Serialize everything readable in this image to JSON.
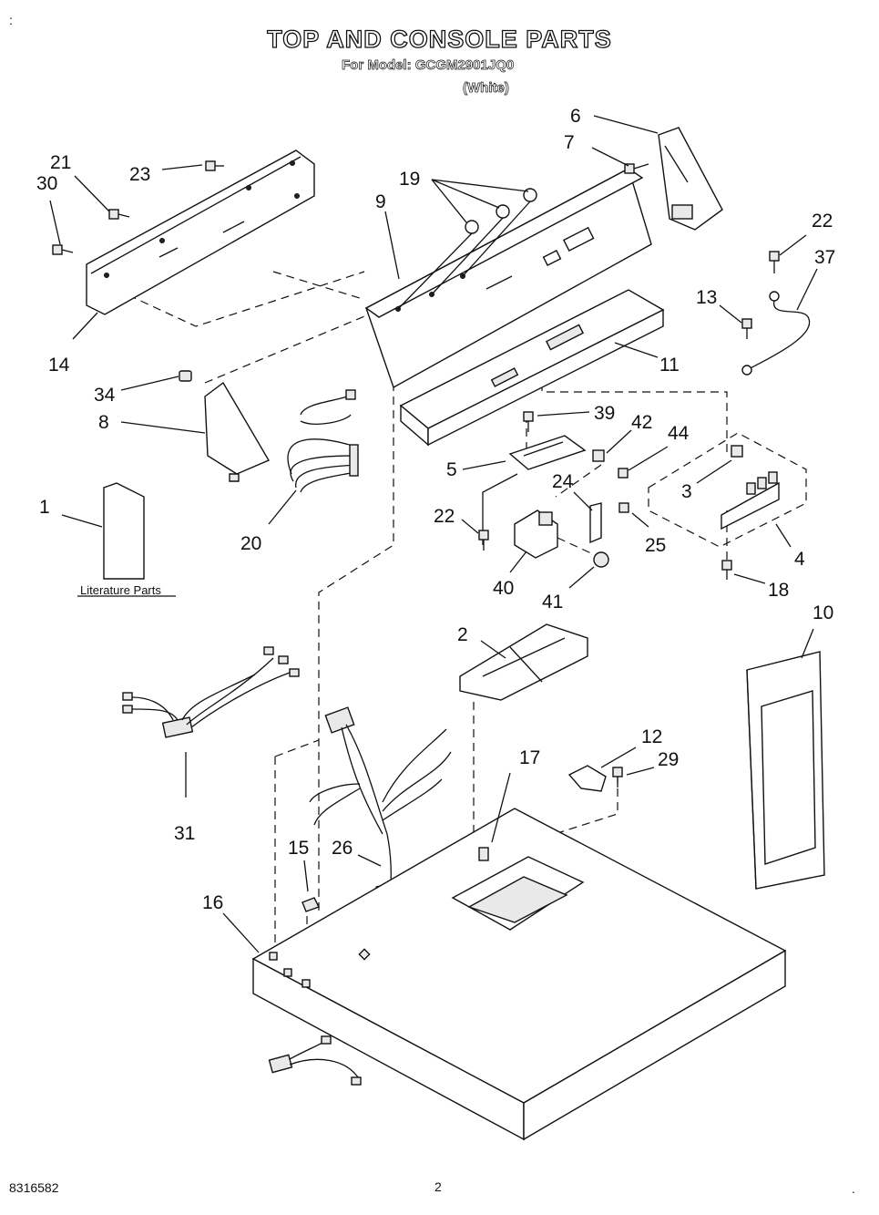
{
  "header": {
    "title": "TOP AND CONSOLE PARTS",
    "subtitle": "For Model: GCGM2901JQ0",
    "variant": "(White)",
    "corner_mark": ":"
  },
  "literature_label": "Literature Parts",
  "footer": {
    "part_number": "8316582",
    "page_number": "2",
    "corner_mark": "."
  },
  "callouts": [
    "1",
    "2",
    "3",
    "4",
    "5",
    "6",
    "7",
    "8",
    "9",
    "10",
    "11",
    "12",
    "13",
    "14",
    "15",
    "16",
    "17",
    "18",
    "19",
    "20",
    "21",
    "22",
    "22",
    "23",
    "24",
    "25",
    "26",
    "29",
    "30",
    "31",
    "34",
    "37",
    "39",
    "40",
    "41",
    "42",
    "44"
  ]
}
